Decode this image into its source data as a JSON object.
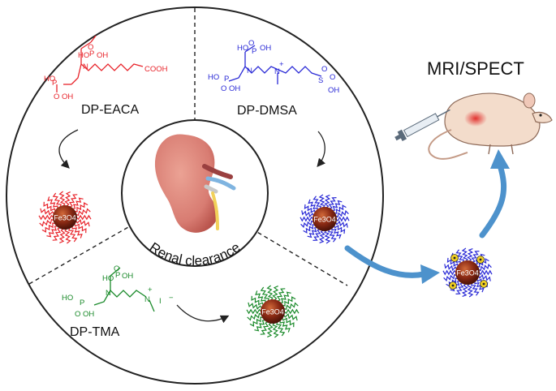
{
  "labels": {
    "eaca": "DP-EACA",
    "dmsa": "DP-DMSA",
    "tma": "DP-TMA",
    "center": "Renal clearance",
    "imaging": "MRI/SPECT"
  },
  "core_label": "Fe3O4",
  "chem_text": {
    "eaca": {
      "ho1": "HO",
      "p1": "P",
      "o1": "O",
      "oh1": "OH",
      "ho2": "HO",
      "p2": "P",
      "o2": "O",
      "oh2": "OH",
      "n": "N",
      "cooh": "COOH"
    },
    "dmsa": {
      "ho1": "HO",
      "p1": "P",
      "o1": "O",
      "oh1": "OH",
      "ho2": "HO",
      "p2": "P",
      "o2": "O",
      "oh2": "OH",
      "n": "N",
      "nplus": "N",
      "plus": "+",
      "s": "S",
      "o3": "O",
      "o4": "O",
      "oh3": "OH"
    },
    "tma": {
      "ho1": "HO",
      "p1": "P",
      "o1": "O",
      "oh1": "OH",
      "ho2": "HO",
      "p2": "P",
      "o2": "O",
      "oh2": "OH",
      "n": "N",
      "nplus": "N",
      "plus": "+",
      "iodide": "I",
      "minus": "−"
    }
  },
  "colors": {
    "eaca": "#e8242b",
    "dmsa": "#2a2ad6",
    "tma": "#1a8a2a",
    "core": "#8a2a14",
    "arrow": "#4d92cc",
    "kidney": "#d87870"
  }
}
